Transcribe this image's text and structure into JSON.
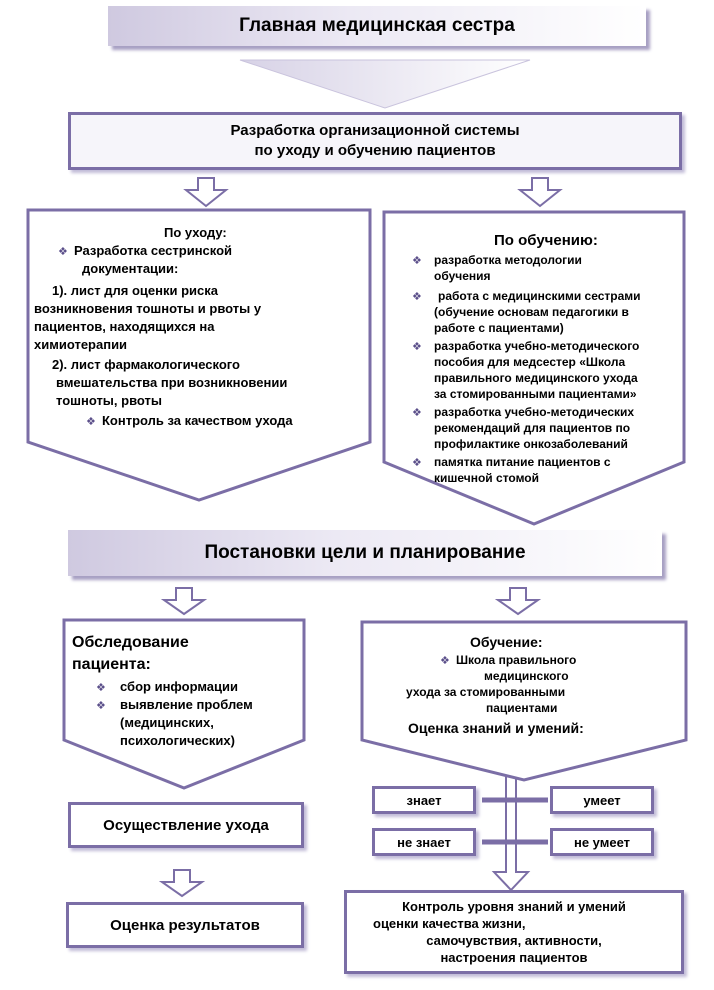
{
  "head": {
    "title": "Главная медицинская сестра"
  },
  "dev": {
    "line1": "Разработка организационной системы",
    "line2": "по уходу и обучению пациентов"
  },
  "care": {
    "title": "По уходу:",
    "item1a": "Разработка сестринской",
    "item1b": "документации:",
    "p1a": "1). лист для оценки риска",
    "p1b": "возникновения  тошноты и рвоты у",
    "p1c": "пациентов, находящихся на",
    "p1d": "химиотерапии",
    "p2a": "2). лист фармакологического",
    "p2b": "вмешательства при возникновении",
    "p2c": "тошноты, рвоты",
    "item2": "Контроль  за  качеством ухода"
  },
  "teach": {
    "title": "По обучению:",
    "i1a": "разработка методологии",
    "i1b": "обучения",
    "i2a": "работа с медицинскими сестрами",
    "i2b": "(обучение основам педагогики в",
    "i2c": "работе с пациентами)",
    "i3a": "разработка учебно-методического",
    "i3b": "пособия для медсестер «Школа",
    "i3c": "правильного медицинского ухода",
    "i3d": "за стомированными пациентами»",
    "i4a": "разработка учебно-методических",
    "i4b": "рекомендаций для пациентов по",
    "i4c": "профилактике онкозаболеваний",
    "i5a": "памятка питание пациентов с",
    "i5b": "кишечной стомой"
  },
  "goal": {
    "title": "Постановки цели и планирование"
  },
  "exam": {
    "title1": "Обследование",
    "title2": "пациента:",
    "i1": "сбор информации",
    "i2a": "выявление проблем",
    "i2b": "(медицинских,",
    "i2c": "психологических)"
  },
  "edu": {
    "title": "Обучение:",
    "i1a": "Школа правильного",
    "i1b": "медицинского",
    "i1c": "ухода  за стомированными",
    "i1d": "пациентами",
    "assess": "Оценка   знаний и умений:"
  },
  "grid": {
    "knows": "знает",
    "can": "умеет",
    "not_knows": "не знает",
    "cannot": "не умеет"
  },
  "impl": {
    "label": "Осуществление ухода"
  },
  "result": {
    "label": "Оценка результатов"
  },
  "control": {
    "l1": "Контроль уровня знаний и умений",
    "l2": "оценки качества жизни,",
    "l3": "самочувствия, активности,",
    "l4": "настроения пациентов"
  },
  "colors": {
    "frame": "#7b6ea6",
    "bar_start": "#cfc9e0",
    "shadow": "#a79fc3"
  }
}
